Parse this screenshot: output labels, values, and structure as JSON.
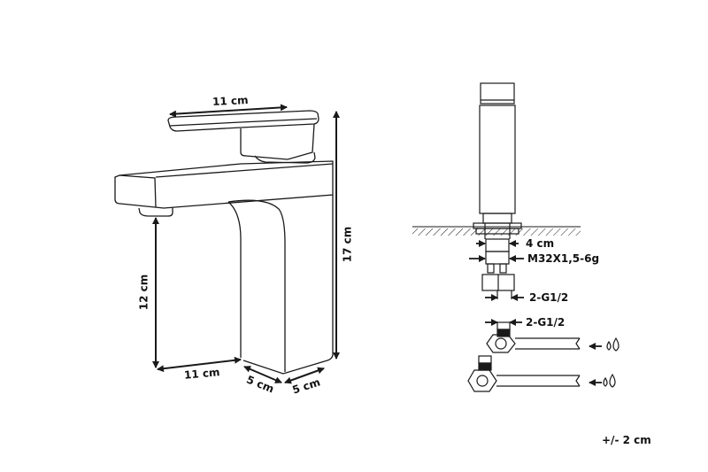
{
  "diagram": {
    "type": "technical dimension drawing",
    "subject": "single-lever basin faucet",
    "line_color": "#1a1a1a",
    "background": "#ffffff",
    "faucet_view": {
      "dimensions": {
        "lever_length": "11 cm",
        "total_height": "17 cm",
        "spout_height": "12 cm",
        "base_length": "11 cm",
        "base_depth_a": "5 cm",
        "base_width_b": "5 cm"
      }
    },
    "installation_view": {
      "labels": {
        "mount_hole": "4 cm",
        "thread": "M32X1,5-6g",
        "hose_connector": "2-G1/2",
        "valve_connector": "2-G1/2"
      },
      "water_inlets": [
        {
          "name": "inlet-upper",
          "icon": "water-drops-icon"
        },
        {
          "name": "inlet-lower",
          "icon": "water-drops-icon"
        }
      ]
    },
    "tolerance": "+/- 2 cm"
  }
}
